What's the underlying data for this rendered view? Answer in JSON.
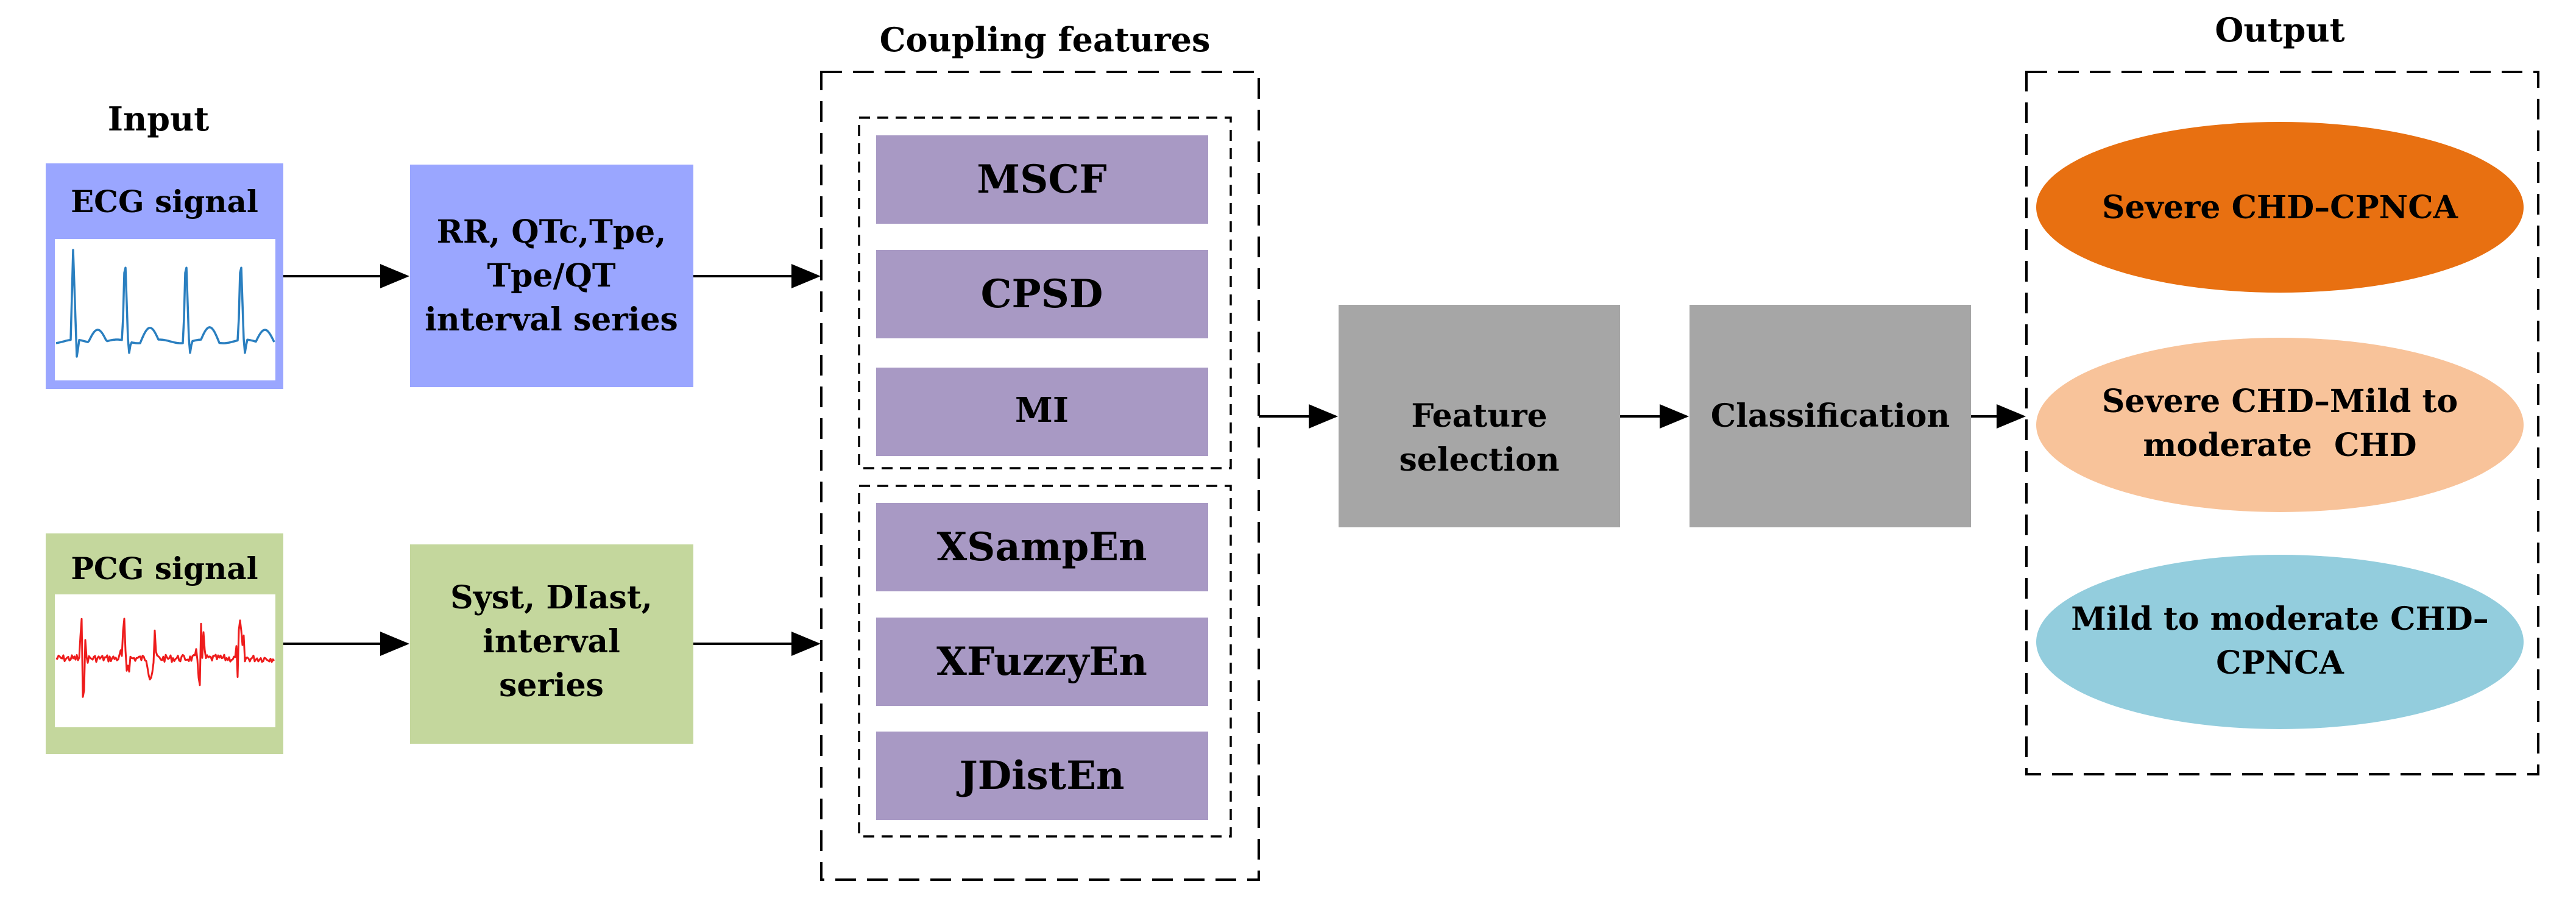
{
  "titles": {
    "input": "Input",
    "coupling": "Coupling features",
    "output": "Output"
  },
  "signals": {
    "ecg": {
      "label": "ECG signal"
    },
    "pcg": {
      "label": "PCG signal"
    }
  },
  "intervals": {
    "ecg_lines": [
      "RR, QTc,Tpe,",
      "Tpe/QT",
      "interval series"
    ],
    "pcg_lines": [
      "Syst, DIast,",
      "interval",
      "series"
    ]
  },
  "features": {
    "group1": [
      "MSCF",
      "CPSD",
      "MI"
    ],
    "group2": [
      "XSampEn",
      "XFuzzyEn",
      "JDistEn"
    ]
  },
  "steps": {
    "selection_lines": [
      "Feature",
      "selection"
    ],
    "classification": "Classification"
  },
  "outputs": [
    {
      "lines": [
        "Severe CHD–CPNCA"
      ]
    },
    {
      "lines": [
        "Severe CHD–Mild to",
        "moderate  CHD"
      ]
    },
    {
      "lines": [
        "Mild to moderate CHD–",
        "CPNCA"
      ]
    }
  ],
  "colors": {
    "signal_ecg": "#9aa6ff",
    "signal_pcg": "#c4d79d",
    "feature_box": "#a899c4",
    "process_box": "#a6a6a6",
    "output_1": "#e87011",
    "output_2": "#f8c39a",
    "output_3": "#93cddd",
    "ecg_trace": "#2a7fc0",
    "pcg_trace": "#ee1c1c"
  }
}
